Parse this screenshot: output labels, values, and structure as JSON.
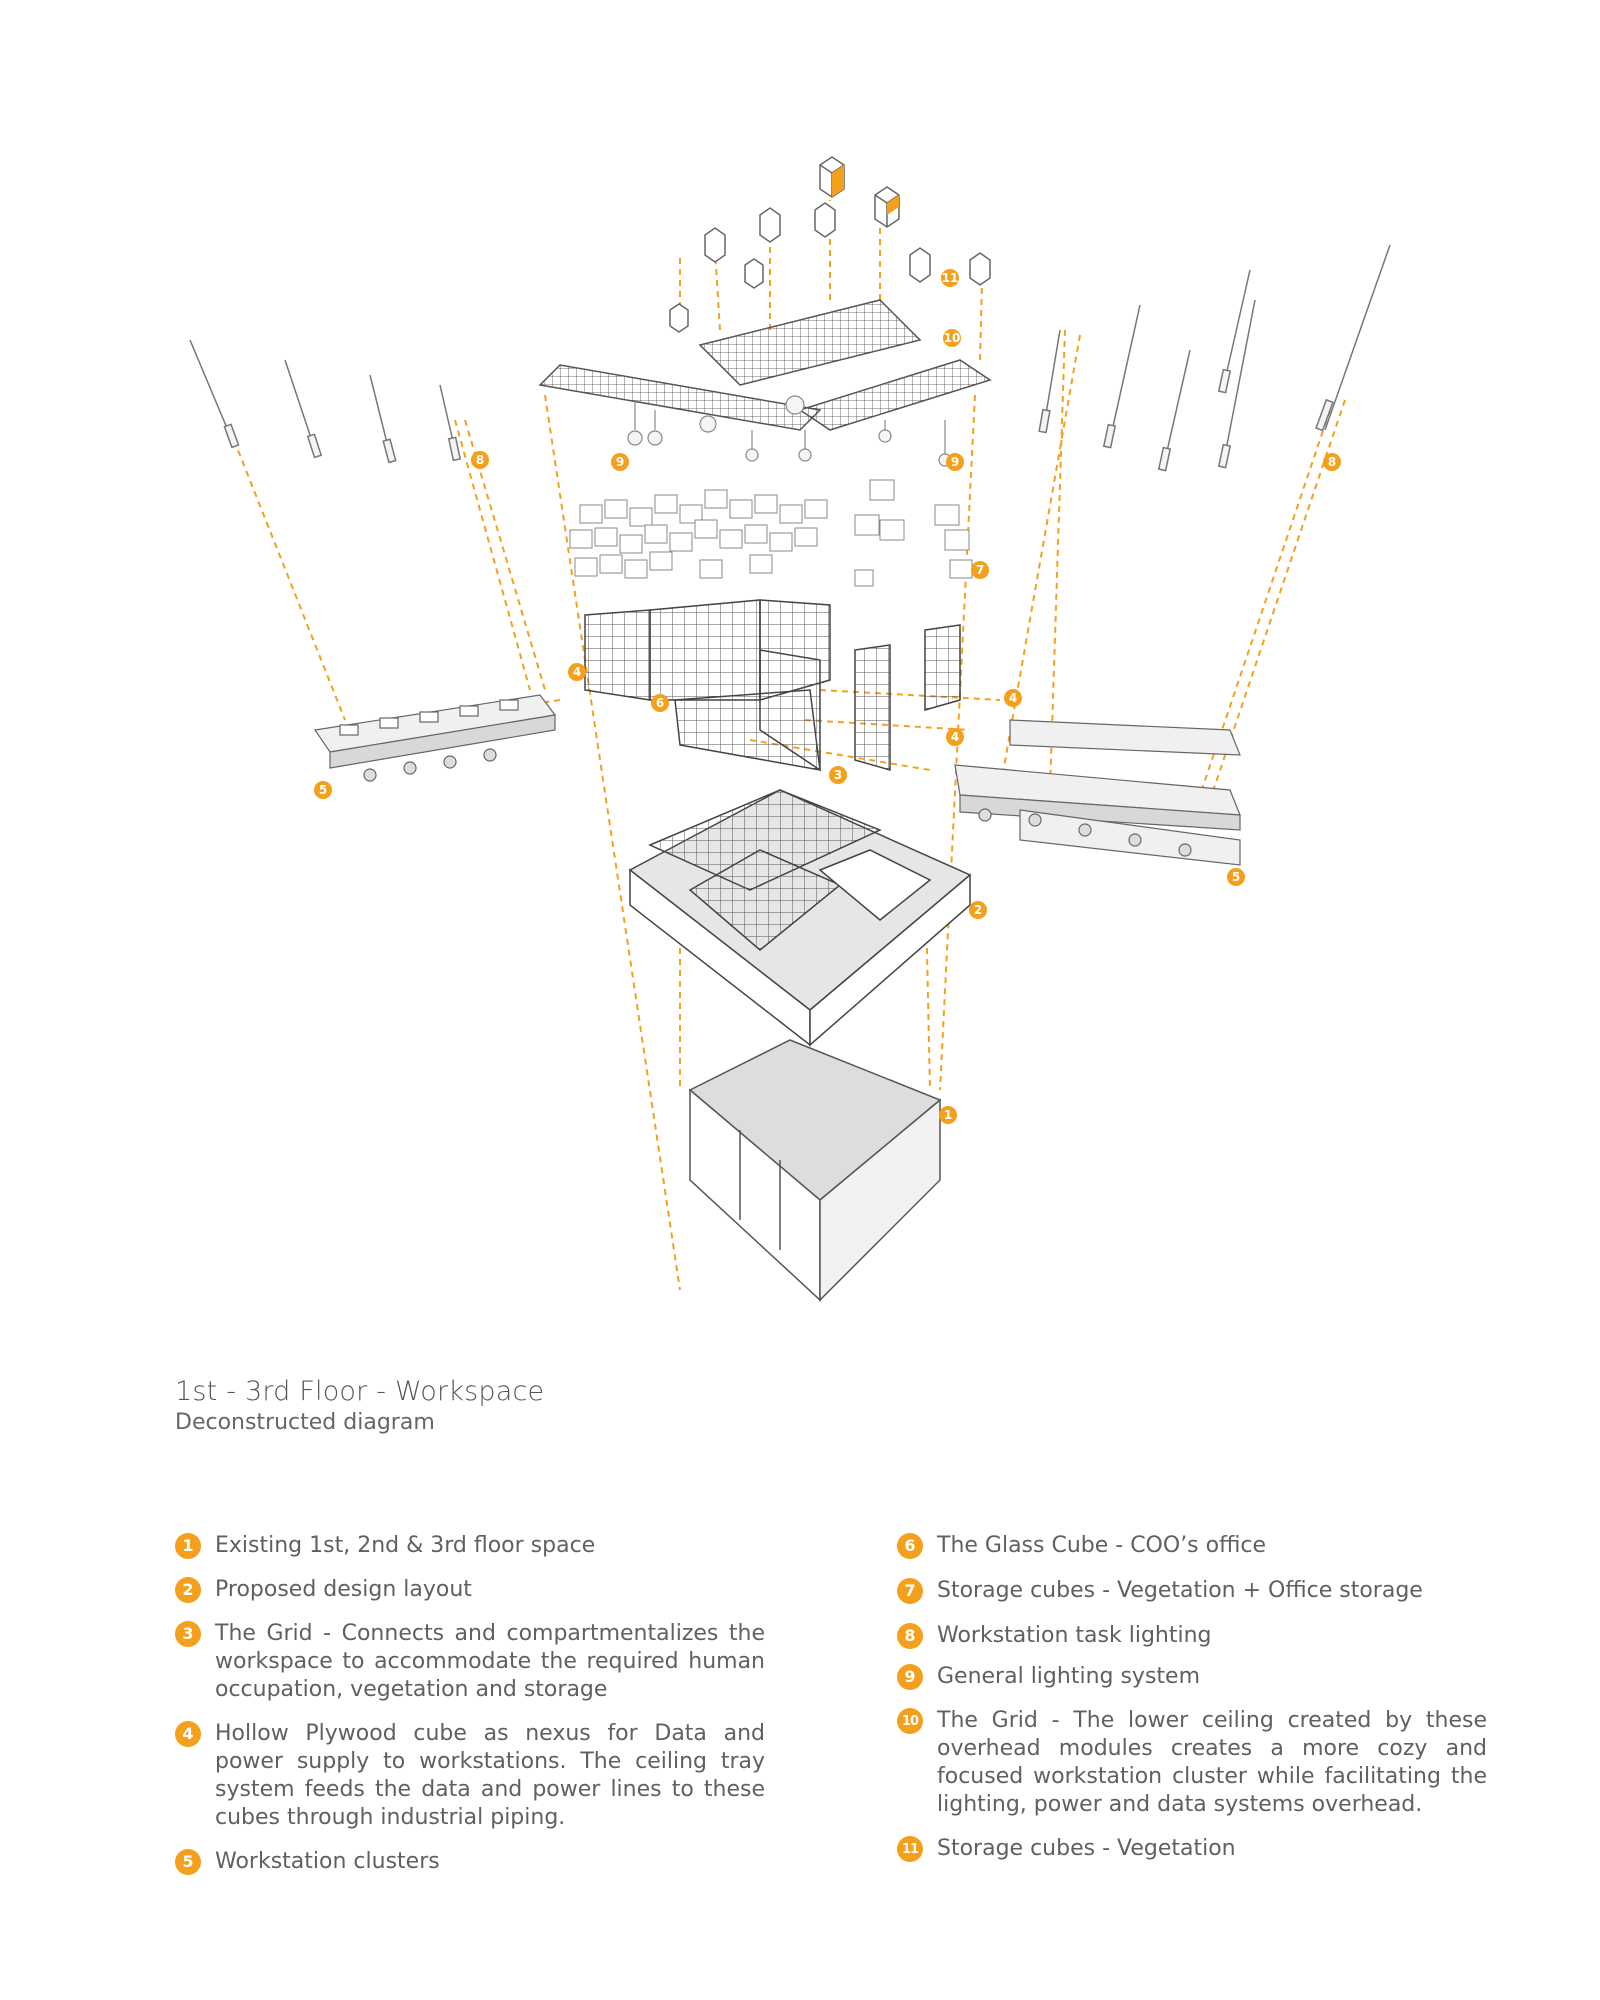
{
  "title": "1st - 3rd Floor - Workspace",
  "subtitle": "Deconstructed diagram",
  "accent_color": "#f4a01c",
  "legend_left": [
    {
      "num": "1",
      "text": "Existing 1st, 2nd & 3rd floor space"
    },
    {
      "num": "2",
      "text": "Proposed design layout"
    },
    {
      "num": "3",
      "text": "The Grid - Connects and compartmentalizes the workspace to accommodate the required human occupation, vegetation and storage"
    },
    {
      "num": "4",
      "text": "Hollow Plywood cube as nexus for Data and power supply to workstations. The ceiling tray system feeds the data and power lines to these cubes through industrial piping."
    },
    {
      "num": "5",
      "text": "Workstation clusters"
    }
  ],
  "legend_right": [
    {
      "num": "6",
      "text": "The Glass Cube - COO’s office"
    },
    {
      "num": "7",
      "text": "Storage cubes - Vegetation + Office storage"
    },
    {
      "num": "8",
      "text": "Workstation task lighting"
    },
    {
      "num": "9",
      "text": "General lighting system"
    },
    {
      "num": "10",
      "text": "The Grid - The lower ceiling created by these overhead modules creates a more cozy and focused workstation cluster while facilitating the lighting, power and data systems overhead."
    },
    {
      "num": "11",
      "text": "Storage cubes - Vegetation"
    }
  ],
  "diagram_markers": [
    "1",
    "2",
    "3",
    "4",
    "4",
    "4",
    "5",
    "5",
    "6",
    "7",
    "8",
    "8",
    "9",
    "9",
    "10",
    "11"
  ]
}
